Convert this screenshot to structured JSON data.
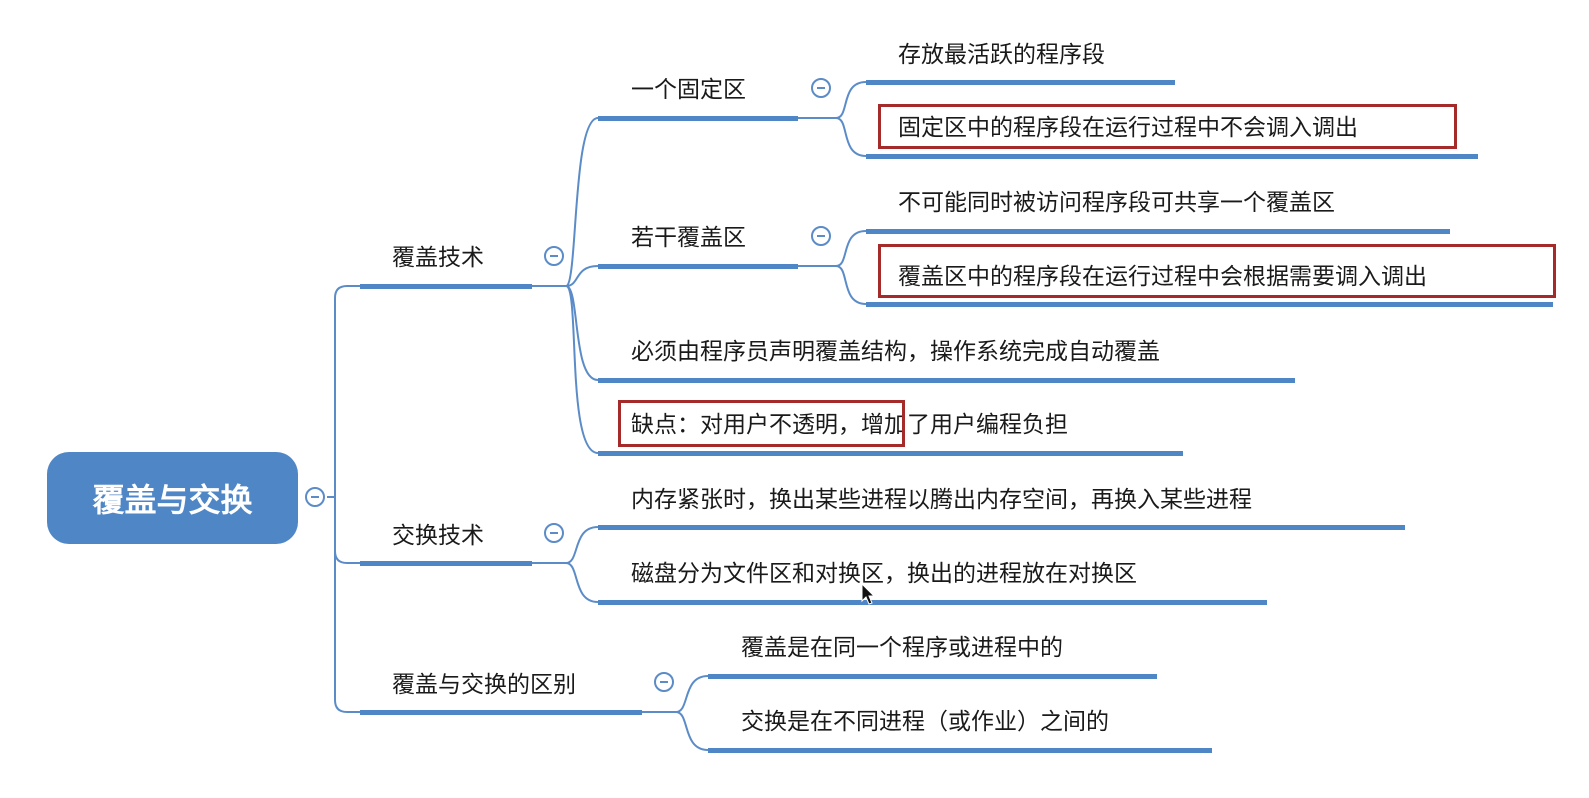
{
  "root": {
    "label": "覆盖与交换"
  },
  "overlay": {
    "label": "覆盖技术",
    "fixed": {
      "label": "一个固定区",
      "children": [
        "存放最活跃的程序段",
        "固定区中的程序段在运行过程中不会调入调出"
      ]
    },
    "areas": {
      "label": "若干覆盖区",
      "children": [
        "不可能同时被访问程序段可共享一个覆盖区",
        "覆盖区中的程序段在运行过程中会根据需要调入调出"
      ]
    },
    "declare": "必须由程序员声明覆盖结构，操作系统完成自动覆盖",
    "drawback": "缺点：对用户不透明，增加了用户编程负担"
  },
  "swap": {
    "label": "交换技术",
    "children": [
      "内存紧张时，换出某些进程以腾出内存空间，再换入某些进程",
      "磁盘分为文件区和对换区，换出的进程放在对换区"
    ]
  },
  "diff": {
    "label": "覆盖与交换的区别",
    "children": [
      "覆盖是在同一个程序或进程中的",
      "交换是在不同进程（或作业）之间的"
    ]
  },
  "colors": {
    "branch": "#4f86c6",
    "highlight": "#a52a2a"
  }
}
